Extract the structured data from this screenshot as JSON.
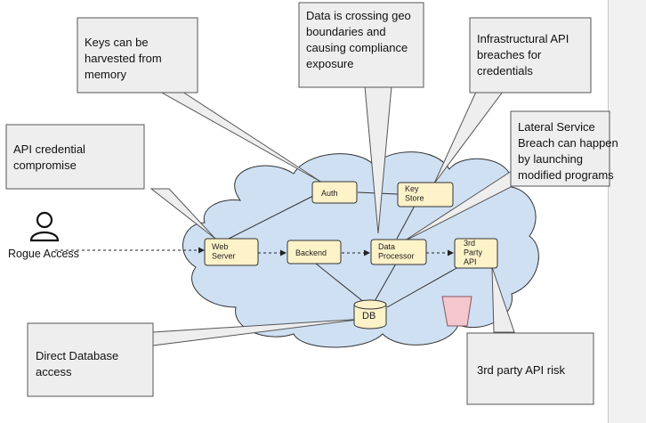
{
  "callouts": {
    "keys_memory": [
      "Keys can be",
      "harvested  from",
      "memory"
    ],
    "geo_boundaries": [
      "Data is crossing geo",
      "boundaries and",
      "causing compliance",
      "exposure"
    ],
    "infra_api": [
      "Infrastructural API",
      "breaches for",
      "credentials"
    ],
    "api_credential": [
      "API credential",
      "compromise"
    ],
    "lateral_breach": [
      "Lateral Service",
      "Breach can happen",
      "by launching",
      "modified programs"
    ],
    "direct_db": [
      "Direct Database",
      "access"
    ],
    "third_party_risk": [
      "3rd party API risk"
    ]
  },
  "nodes": {
    "auth": [
      "Auth"
    ],
    "key_store": [
      "Key",
      "Store"
    ],
    "web_server": [
      "Web",
      "Server"
    ],
    "backend": [
      "Backend"
    ],
    "data_processor": [
      "Data",
      "Processor"
    ],
    "third_party_api": [
      "3rd",
      "Party",
      "API"
    ],
    "db": [
      "DB"
    ]
  },
  "actor": {
    "label": "Rogue Access",
    "icon": "user-icon"
  },
  "colors": {
    "cloud_fill": "#cfe0f3",
    "node_fill": "#fdf2c8",
    "callout_fill": "#eeeeee",
    "bucket_fill": "#f4c7cf"
  }
}
